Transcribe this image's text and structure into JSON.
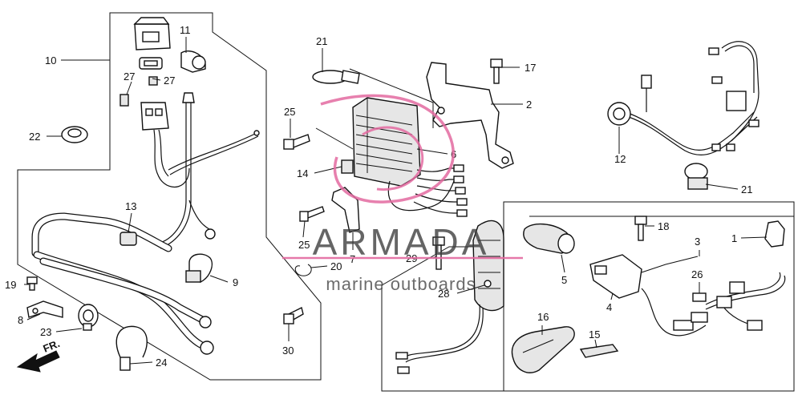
{
  "watermark": {
    "brand": "ARMADA",
    "tagline": "marine outboards",
    "accent_color": "#e36aa0"
  },
  "direction_label": "FR.",
  "callouts": {
    "c1": "1",
    "c2": "2",
    "c3": "3",
    "c4": "4",
    "c5": "5",
    "c6": "6",
    "c7": "7",
    "c8": "8",
    "c9": "9",
    "c10": "10",
    "c11": "11",
    "c12": "12",
    "c13": "13",
    "c14": "14",
    "c15": "15",
    "c16": "16",
    "c17": "17",
    "c18": "18",
    "c19": "19",
    "c20": "20",
    "c21a": "21",
    "c21b": "21",
    "c22": "22",
    "c23": "23",
    "c24": "24",
    "c25a": "25",
    "c25b": "25",
    "c26": "26",
    "c27a": "27",
    "c27b": "27",
    "c28": "28",
    "c29": "29",
    "c30": "30"
  }
}
